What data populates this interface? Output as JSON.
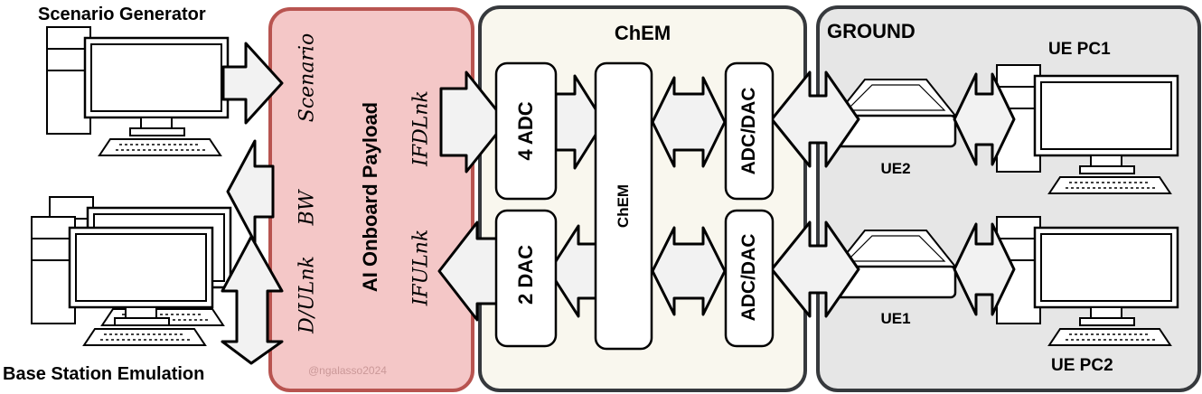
{
  "sources": {
    "scenario_generator": "Scenario Generator",
    "base_station_emulation": "Base Station Emulation"
  },
  "payload": {
    "title": "AI Onboard  Payload",
    "scenario": "Scenario",
    "bw": "BW",
    "dulnk": "D/ULnk",
    "ifdlnk": "IFDLnk",
    "ifulnk": "IFULnk",
    "watermark": "@ngalasso2024"
  },
  "chem": {
    "title": "ChEM",
    "adc": "4 ADC",
    "dac": "2 DAC",
    "core": "ChEM",
    "adcdac_top": "ADC/DAC",
    "adcdac_bottom": "ADC/DAC"
  },
  "ground": {
    "title": "GROUND",
    "ue2": "UE2",
    "ue1": "UE1",
    "uepc1": "UE PC1",
    "uepc2": "UE PC2"
  },
  "colors": {
    "payload_fill": "#f4c7c7",
    "payload_border": "#b85450",
    "chem_fill": "#f9f7ee",
    "ground_fill": "#e6e6e6",
    "panel_border": "#36393d",
    "arrow_fill": "#f2f2f2"
  }
}
